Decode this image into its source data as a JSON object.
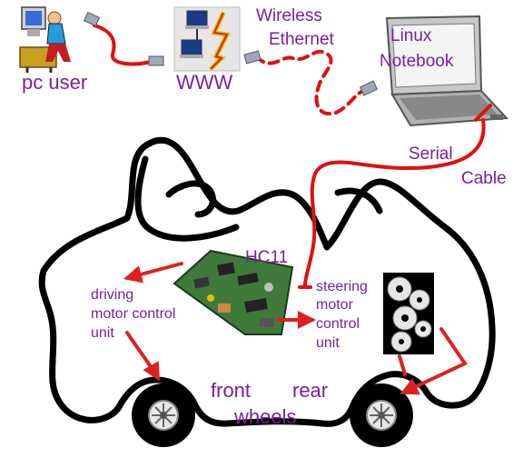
{
  "labels": {
    "pc_user": "pc user",
    "www": "WWW",
    "wireless_line1": "Wireless",
    "wireless_line2": "Ethernet",
    "linux_line1": "Linux",
    "linux_line2": "Notebook",
    "serial": "Serial",
    "cable": "Cable",
    "hc11": "HC11",
    "driving_line1": "driving",
    "driving_line2": "motor control",
    "driving_line3": "unit",
    "steering_line1": "steering",
    "steering_line2": "motor",
    "steering_line3": "control",
    "steering_line4": "unit",
    "front": "front",
    "rear": "rear",
    "wheels": "wheels"
  },
  "colors": {
    "cable": "#e01010",
    "arrow": "#e02020",
    "car_outline": "#000000",
    "label_purple": "#7a1fa2",
    "label_blue": "#0b0b8a",
    "pcb": "#3f7a3a"
  },
  "icons": [
    "pc-user-icon",
    "network-icon",
    "laptop-icon",
    "circuit-board-icon",
    "gears-icon",
    "wheel-icon"
  ]
}
